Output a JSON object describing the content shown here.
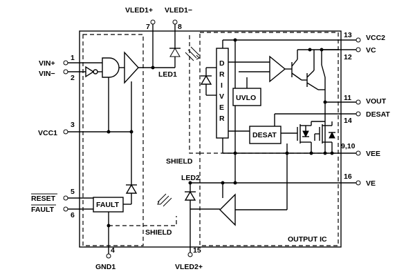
{
  "pins": {
    "vled1_pos": {
      "name": "VLED1+",
      "num": "7"
    },
    "vled1_neg": {
      "name": "VLED1−",
      "num": "8"
    },
    "vin_pos": {
      "name": "VIN+",
      "num": "1"
    },
    "vin_neg": {
      "name": "VIN−",
      "num": "2"
    },
    "vcc1": {
      "name": "VCC1",
      "num": "3"
    },
    "reset": {
      "name": "RESET",
      "num": "5"
    },
    "fault": {
      "name": "FAULT",
      "num": "6"
    },
    "gnd1": {
      "name": "GND1",
      "num": "4"
    },
    "vled2_pos": {
      "name": "VLED2+",
      "num": "15"
    },
    "vcc2": {
      "name": "VCC2",
      "num": "13"
    },
    "vc": {
      "name": "VC",
      "num": "12"
    },
    "vout": {
      "name": "VOUT",
      "num": "11"
    },
    "desat": {
      "name": "DESAT",
      "num": "14"
    },
    "vee": {
      "name": "VEE",
      "num": "9,10"
    },
    "ve": {
      "name": "VE",
      "num": "16"
    }
  },
  "labels": {
    "led1": "LED1",
    "led2": "LED2",
    "shield_top": "SHIELD",
    "shield_bottom": "SHIELD",
    "output_ic": "OUTPUT IC"
  },
  "blocks": {
    "driver_letters": [
      "D",
      "R",
      "I",
      "V",
      "E",
      "R"
    ],
    "uvlo": "UVLO",
    "desat": "DESAT",
    "fault": "FAULT"
  }
}
